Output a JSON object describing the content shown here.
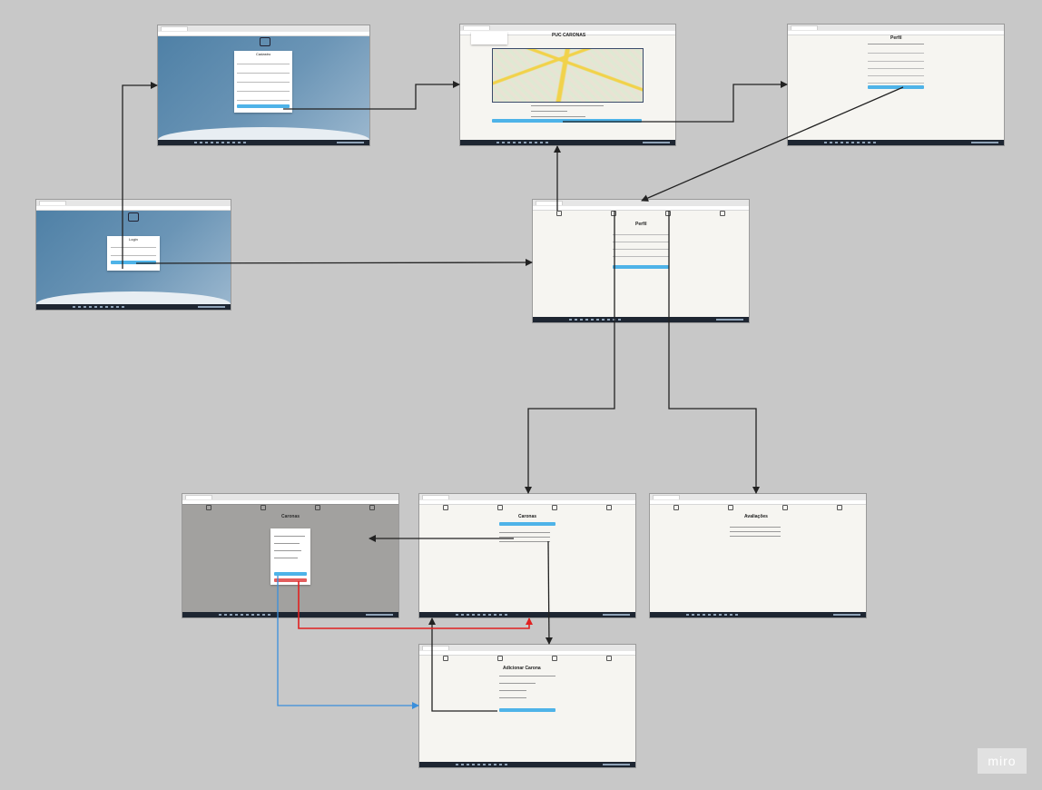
{
  "screens": {
    "login": {
      "header": "Login"
    },
    "register": {
      "header": "Cadastro"
    },
    "home": {
      "title": "PUC CARONAS"
    },
    "profile_edit": {
      "title": "Perfil"
    },
    "profile": {
      "title": "Perfil"
    },
    "rides": {
      "title": "Caronas"
    },
    "rides_modal": {
      "title": "Caronas"
    },
    "rating": {
      "title": "Avaliações"
    },
    "new_ride": {
      "title": "Adicionar Carona"
    }
  },
  "watermark": "miro",
  "colors": {
    "background": "#c8c8c8",
    "arrow_default": "#222222",
    "arrow_red": "#e02020",
    "arrow_blue": "#3a8fdc",
    "button_blue": "#4eb3e8"
  }
}
